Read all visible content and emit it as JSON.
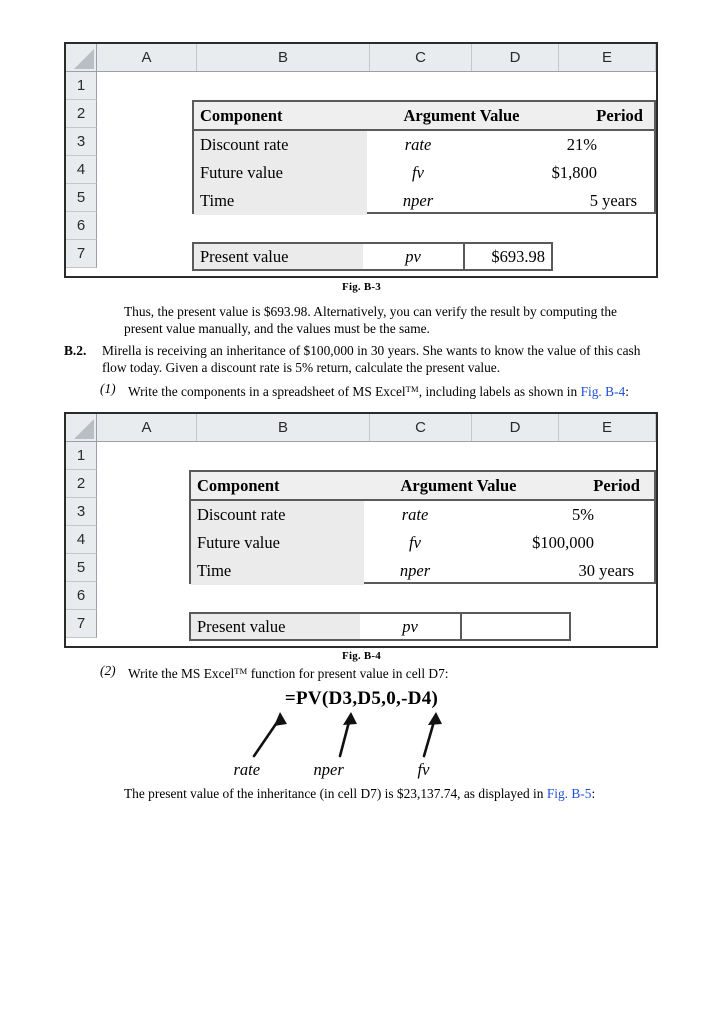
{
  "document": {
    "figures": [
      {
        "id": "fig-b-3",
        "caption": "Fig. B-3",
        "column_headers": [
          "A",
          "B",
          "C",
          "D",
          "E"
        ],
        "row_numbers": [
          "1",
          "2",
          "3",
          "4",
          "5",
          "6",
          "7"
        ],
        "table": {
          "header": {
            "component": "Component",
            "argument_value": "Argument Value",
            "period": "Period"
          },
          "rows": [
            {
              "component": "Discount rate",
              "argument": "rate",
              "value": "21%"
            },
            {
              "component": "Future value",
              "argument": "fv",
              "value": "$1,800"
            },
            {
              "component": "Time",
              "argument": "nper",
              "value": "5 years"
            }
          ],
          "result": {
            "component": "Present value",
            "argument": "pv",
            "value": "$693.98"
          }
        }
      },
      {
        "id": "fig-b-4",
        "caption": "Fig. B-4",
        "column_headers": [
          "A",
          "B",
          "C",
          "D",
          "E"
        ],
        "row_numbers": [
          "1",
          "2",
          "3",
          "4",
          "5",
          "6",
          "7"
        ],
        "table": {
          "header": {
            "component": "Component",
            "argument_value": "Argument Value",
            "period": "Period"
          },
          "rows": [
            {
              "component": "Discount rate",
              "argument": "rate",
              "value": "5%"
            },
            {
              "component": "Future value",
              "argument": "fv",
              "value": "$100,000"
            },
            {
              "component": "Time",
              "argument": "nper",
              "value": "30 years"
            }
          ],
          "result": {
            "component": "Present value",
            "argument": "pv",
            "value": ""
          }
        }
      }
    ],
    "paragraphs": {
      "after_fig_b3": "Thus, the present value is $693.98. Alternatively, you can verify the result by computing the present value manually, and the values must be the same.",
      "final": {
        "before_link": "The present value of the inheritance (in cell D7) is $23,137.74, as displayed in ",
        "link": "Fig. B-5",
        "after_link": ":"
      }
    },
    "items": {
      "b2": {
        "label": "B.2.",
        "text": "Mirella is receiving an inheritance of $100,000 in 30 years. She wants to know the value of this cash flow today. Given a discount rate is 5% return, calculate the present value."
      },
      "sub1": {
        "label": "(1)",
        "before_tm": "Write the components in a spreadsheet of MS Excel",
        "tm": "TM",
        "after_tm": ", including labels as shown in ",
        "link": "Fig. B-4",
        "tail": ":"
      },
      "sub2": {
        "label": "(2)",
        "before_tm": "Write the MS Excel",
        "tm": "TM",
        "after_tm": " function for present value in cell D7:"
      }
    },
    "formula": {
      "expression": "=PV(D3,D5,0,-D4)",
      "annotations": [
        "rate",
        "nper",
        "fv"
      ]
    },
    "colors": {
      "link": "#1f4fd8",
      "header_fill": "#e9ecef",
      "table_fill": "#ebebeb",
      "border": "#5a5a5a"
    }
  }
}
